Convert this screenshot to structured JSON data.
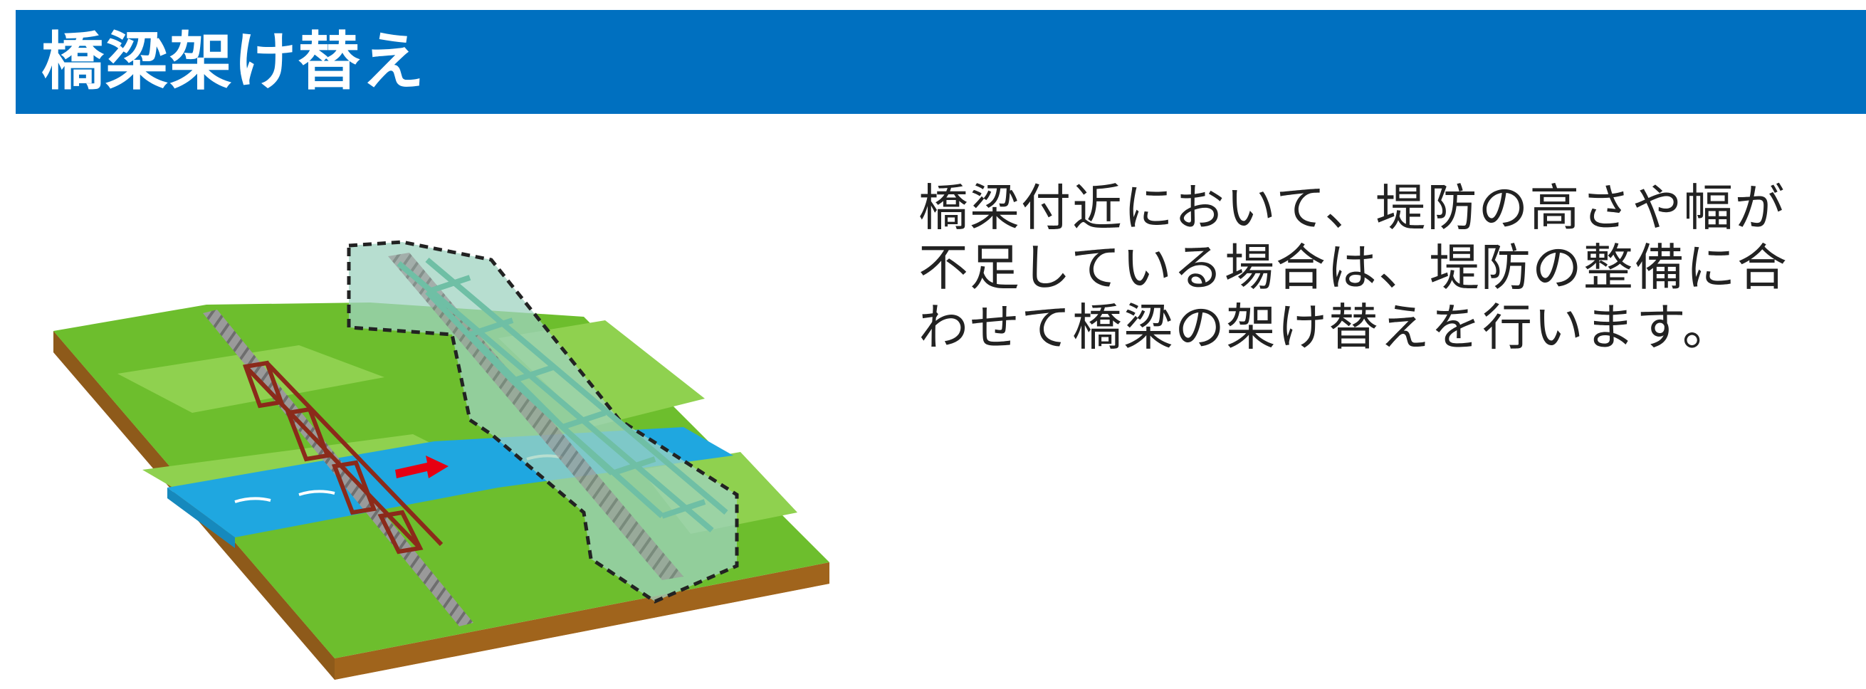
{
  "header": {
    "title": "橋梁架け替え"
  },
  "description": {
    "lines": [
      "橋梁付近において、堤防の高さや幅が",
      "不足している場合は、堤防の整備に合",
      "わせて橋梁の架け替えを行います。"
    ]
  },
  "colors": {
    "header_bg": "#0070C0",
    "header_text": "#FFFFFF",
    "grass": "#6DBE2D",
    "grass_light": "#8FD14F",
    "soil": "#B8721F",
    "soil_dark": "#8E5A1A",
    "water": "#1FA7E0",
    "old_bridge": "#8B2A1A",
    "new_bridge_ghost": "#9FD3C0",
    "flow_arrow": "#E60012"
  },
  "icons": {
    "flow_arrow": "red-arrow-icon"
  }
}
